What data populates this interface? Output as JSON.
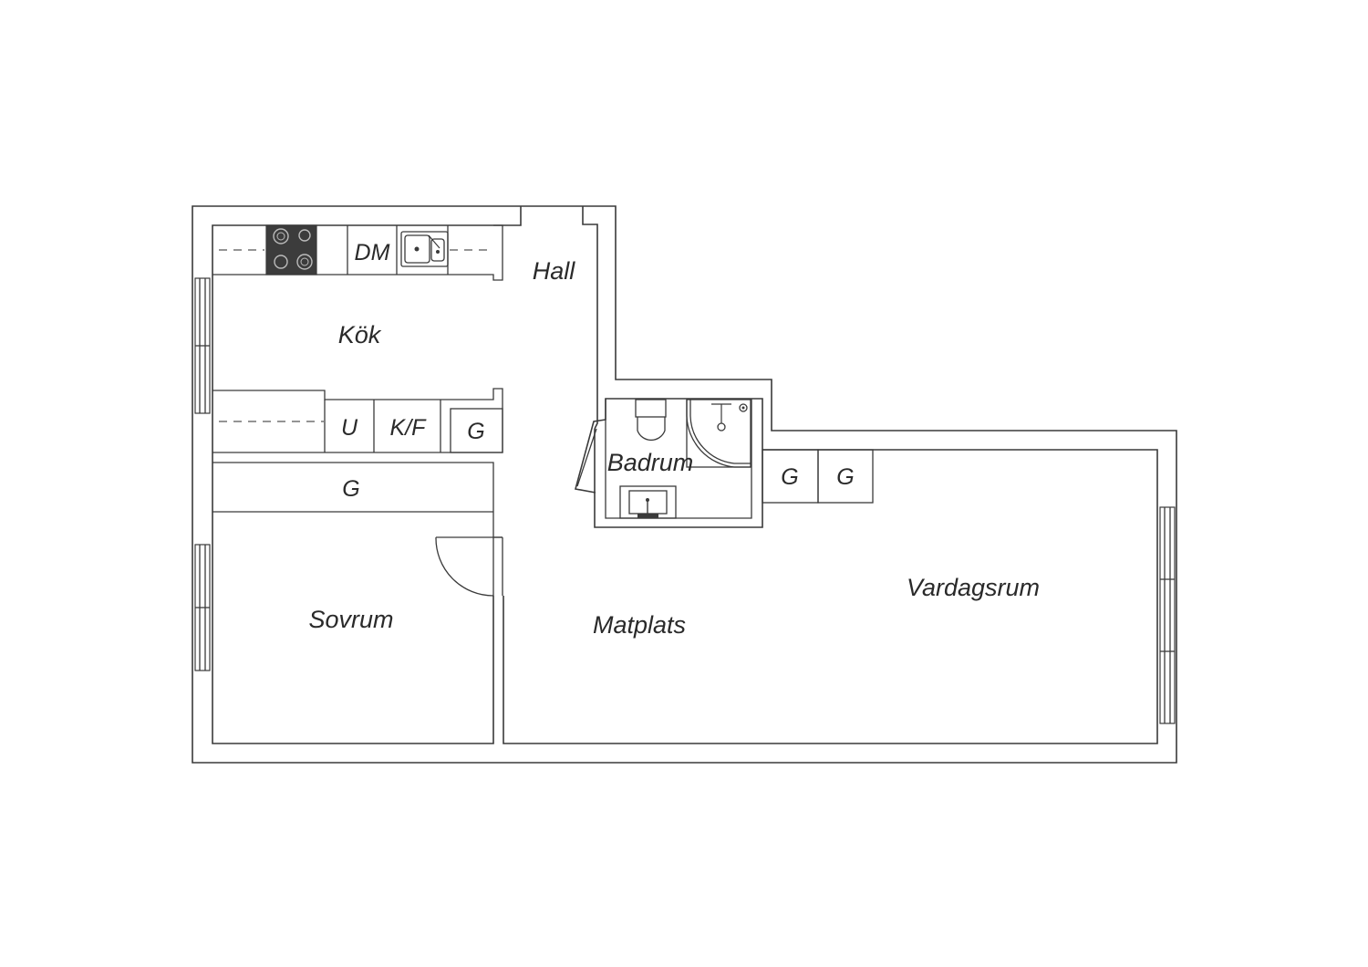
{
  "rooms": {
    "kok": "Kök",
    "hall": "Hall",
    "badrum": "Badrum",
    "sovrum": "Sovrum",
    "matplats": "Matplats",
    "vardagsrum": "Vardagsrum"
  },
  "fixtures": {
    "dishwasher": "DM",
    "oven": "U",
    "fridge_freezer": "K/F",
    "wardrobe_kitchen": "G",
    "wardrobe_bedroom": "G",
    "wardrobe_living_1": "G",
    "wardrobe_living_2": "G"
  },
  "icons": {
    "stove": "stove-icon",
    "sink": "sink-icon",
    "toilet": "toilet-icon",
    "shower": "shower-icon",
    "washbasin": "washbasin-icon"
  },
  "colors": {
    "wall": "#3a3a3a",
    "stove": "#3c3c3c",
    "background": "#ffffff"
  }
}
